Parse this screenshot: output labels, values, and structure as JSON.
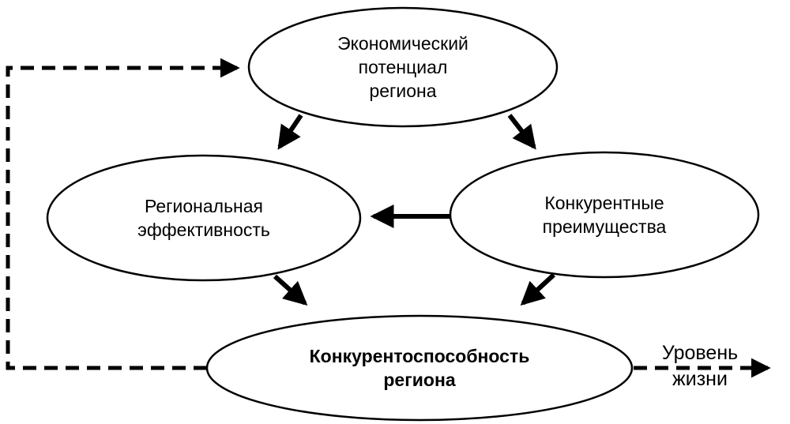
{
  "diagram": {
    "title": "Region competitiveness factors diagram",
    "colors": {
      "stroke": "#000000",
      "node_fill": "#ffffff",
      "background": "#ffffff"
    },
    "nodes": {
      "economic_potential": {
        "lines": [
          "Экономический",
          "потенциал",
          "региона"
        ]
      },
      "regional_efficiency": {
        "lines": [
          "Региональная",
          "эффективность"
        ]
      },
      "competitive_advantages": {
        "lines": [
          "Конкурентные",
          "преимущества"
        ]
      },
      "region_competitiveness": {
        "lines": [
          "Конкурентоспособность",
          "региона"
        ]
      }
    },
    "output_label": {
      "lines": [
        "Уровень",
        "жизни"
      ]
    }
  }
}
